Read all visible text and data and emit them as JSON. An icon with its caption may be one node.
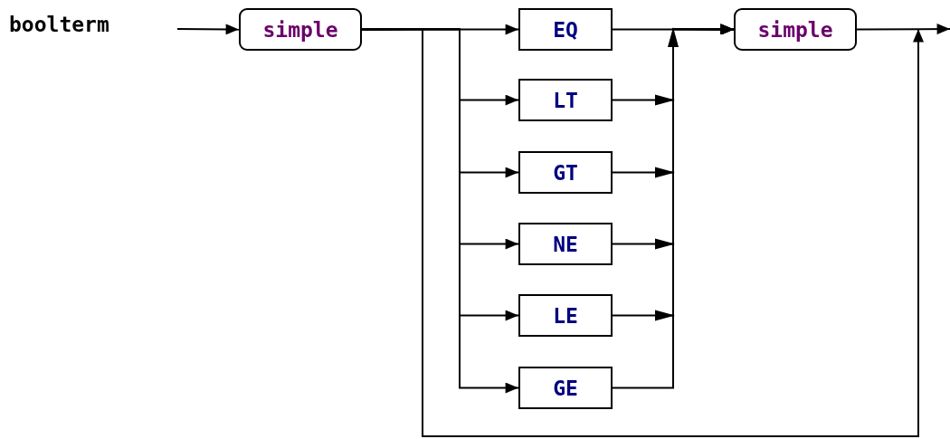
{
  "diagram": {
    "title": "boolterm",
    "nodes": [
      {
        "text": [
          "simple"
        ]
      },
      {
        "text": [
          "EQ"
        ]
      },
      {
        "text": [
          "LT"
        ]
      },
      {
        "text": [
          "GT"
        ]
      },
      {
        "text": [
          "NE"
        ]
      },
      {
        "text": [
          "LE"
        ]
      },
      {
        "text": [
          "GE"
        ]
      },
      {
        "text": [
          "simple"
        ]
      }
    ],
    "edges": [
      {
        "from": null,
        "to": 0,
        "arrow": "to"
      },
      {
        "from": 0,
        "to": 1,
        "arrow": "to"
      },
      {
        "from": 0,
        "to": 2,
        "arrow": "to"
      },
      {
        "from": 0,
        "to": 3,
        "arrow": "to"
      },
      {
        "from": 0,
        "to": 4,
        "arrow": "to"
      },
      {
        "from": 0,
        "to": 5,
        "arrow": "to"
      },
      {
        "from": 0,
        "to": 6,
        "arrow": "to"
      },
      {
        "from": 1,
        "to": 7,
        "arrow": "to"
      },
      {
        "from": 2,
        "to": 7,
        "arrow": "to"
      },
      {
        "from": 3,
        "to": 7,
        "arrow": "to"
      },
      {
        "from": 4,
        "to": 7,
        "arrow": "to"
      },
      {
        "from": 5,
        "to": 7,
        "arrow": "to"
      },
      {
        "from": 6,
        "to": 7,
        "arrow": "to"
      },
      {
        "from": 0,
        "to": null,
        "arrow": "to"
      },
      {
        "from": 7,
        "to": null,
        "arrow": "to"
      }
    ]
  }
}
